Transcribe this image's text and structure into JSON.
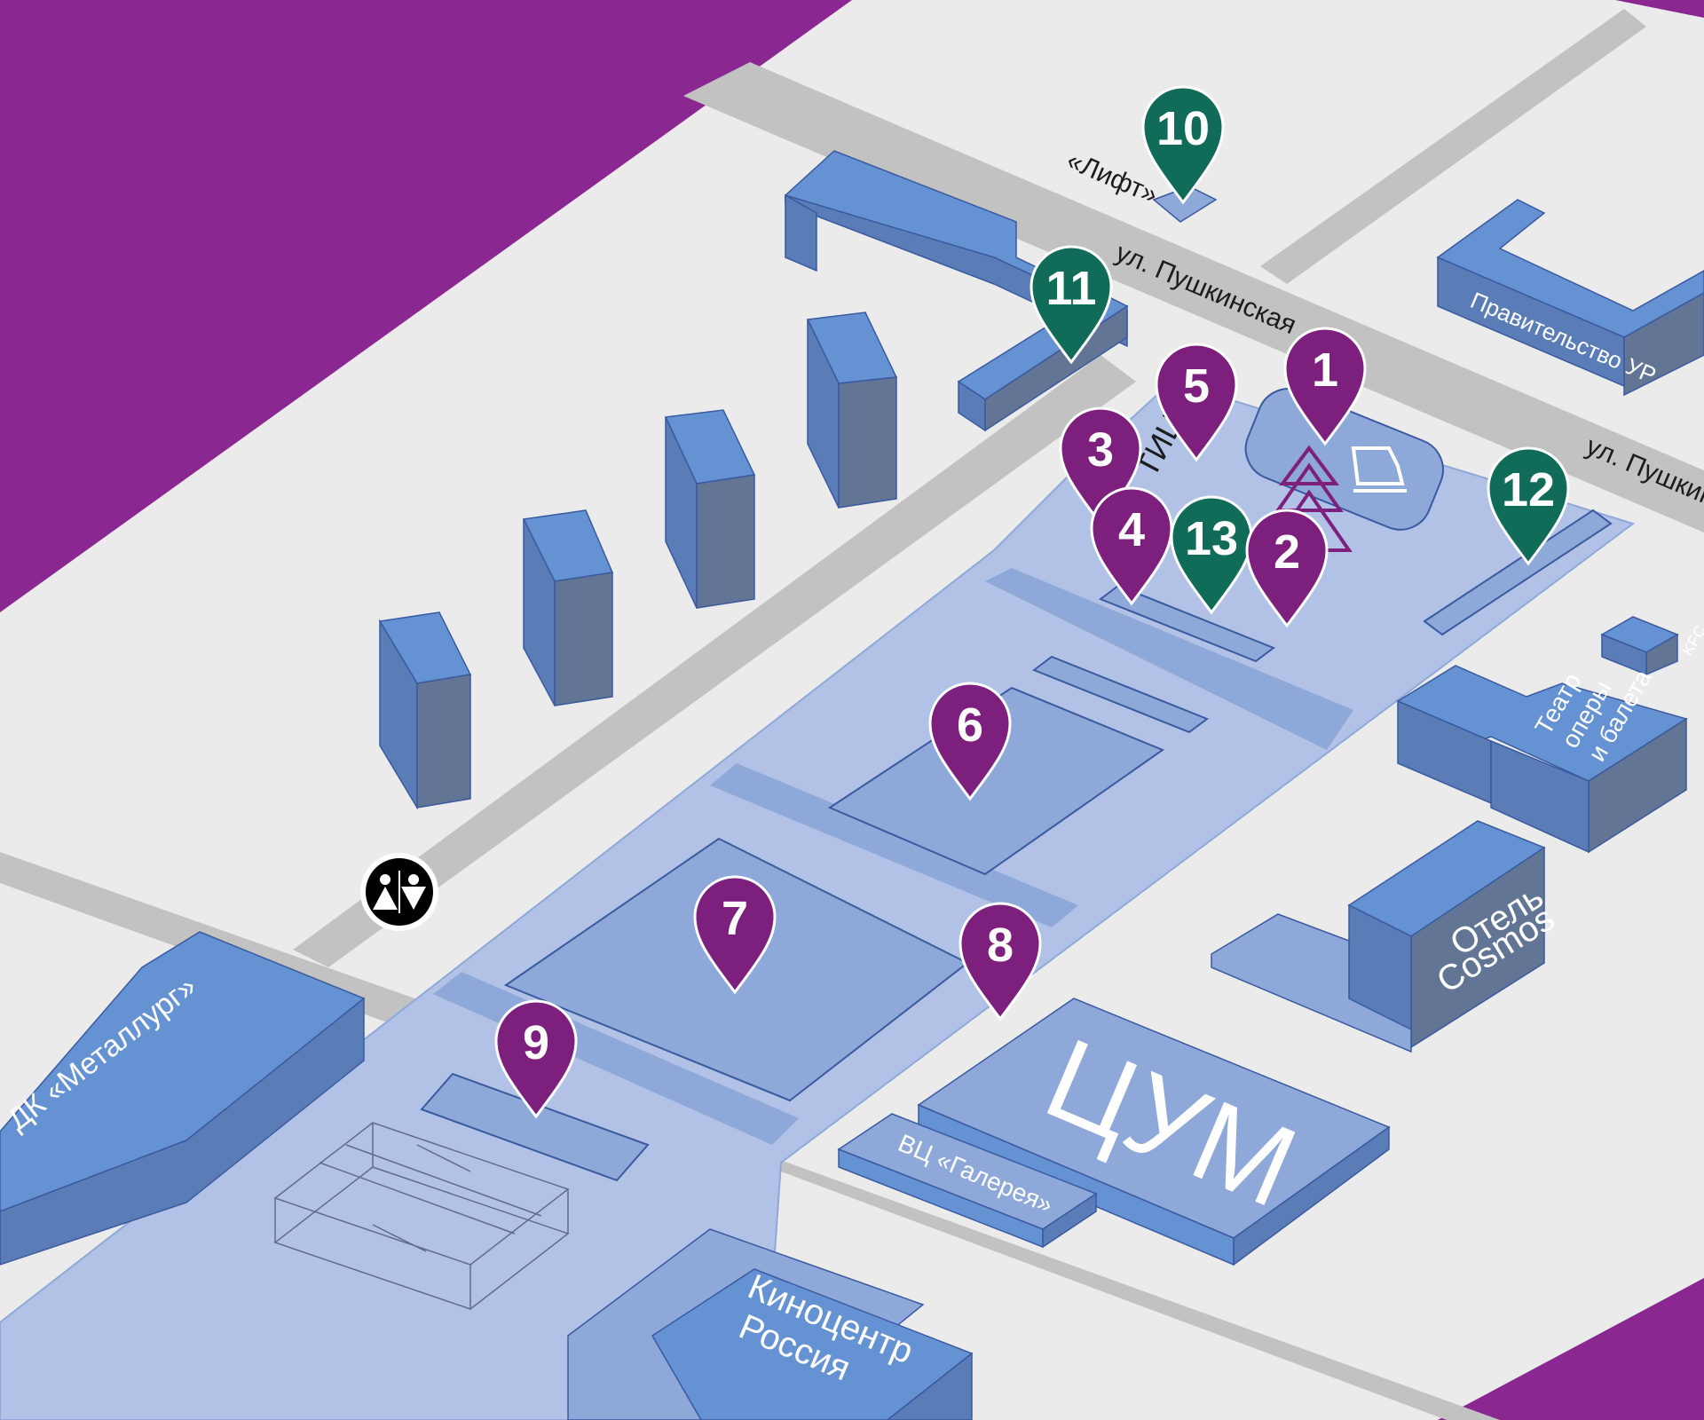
{
  "colors": {
    "background": "#8a2791",
    "ground": "#ebebeb",
    "road": "#c2c2c2",
    "plaza": "#b2c2e6",
    "plaza_dark": "#8ea8d9",
    "building_top": "#6592d2",
    "building_side": "#5a7db8",
    "building_dark": "#627595",
    "pin_purple": "#7d1f7c",
    "pin_green": "#116b59"
  },
  "streets": {
    "pushkinskaya_1": "ул. Пушкинская",
    "pushkinskaya_2": "ул. Пушкин"
  },
  "places": {
    "lift": "«Лифт»",
    "tic": "ТИЦ",
    "kfc": "KFC"
  },
  "buildings": {
    "government": "Правительство УР",
    "theatre_l1": "Театр",
    "theatre_l2": "оперы",
    "theatre_l3": "и балета",
    "hotel_l1": "Отель",
    "hotel_l2": "Cosmos",
    "tsum": "ЦУМ",
    "gallery": "ВЦ «Галерея»",
    "cinema_l1": "Киноцентр",
    "cinema_l2": "Россия",
    "metallurg": "ДК «Металлург»"
  },
  "pins": {
    "p1": "1",
    "p2": "2",
    "p3": "3",
    "p4": "4",
    "p5": "5",
    "p6": "6",
    "p7": "7",
    "p8": "8",
    "p9": "9",
    "p10": "10",
    "p11": "11",
    "p12": "12",
    "p13": "13"
  },
  "icons": {
    "toilet": "toilet-icon",
    "skate": "ice-skate-icon",
    "tree": "christmas-tree-icon"
  }
}
